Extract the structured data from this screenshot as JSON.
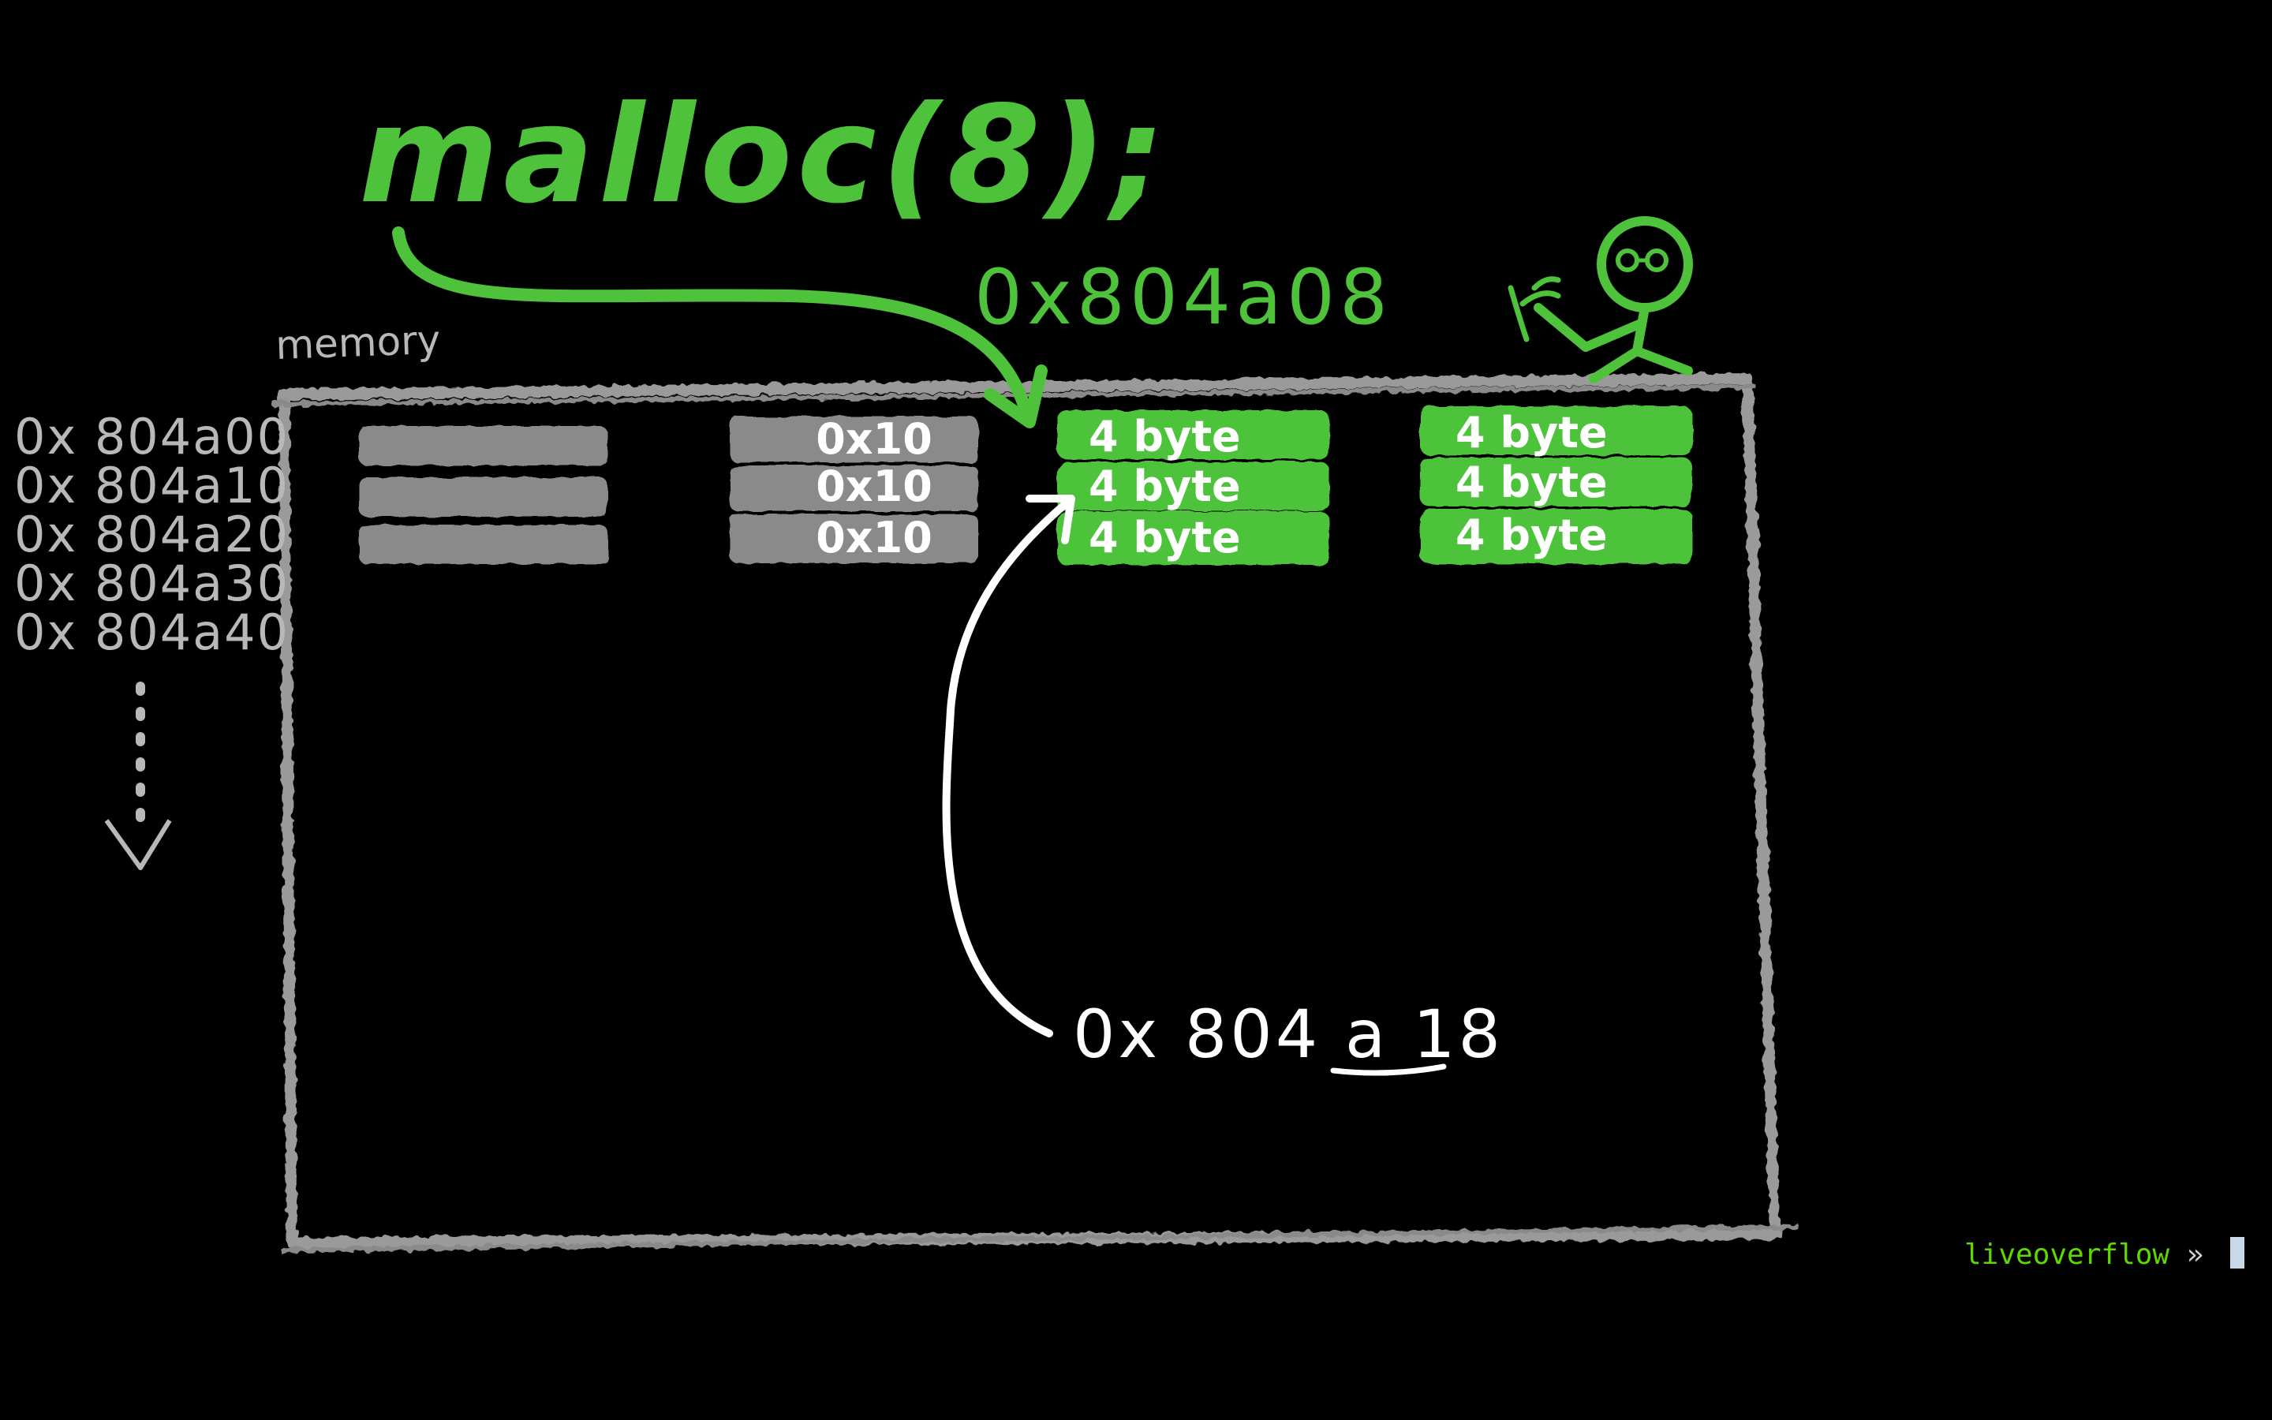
{
  "diagram": {
    "call_label": "malloc(8);",
    "returned_address": "0x804a08",
    "memory_label": "memory",
    "pointed_address": "0x 804 a 18",
    "row_addresses": [
      "0x 804a00",
      "0x 804a10",
      "0x 804a20",
      "0x 804a30",
      "0x 804a40"
    ],
    "header_chunk": [
      "0x10",
      "0x10",
      "0x10"
    ],
    "chunk_a": [
      "4 byte",
      "4 byte",
      "4 byte"
    ],
    "chunk_b": [
      "4 byte",
      "4 byte",
      "4 byte"
    ]
  },
  "colors": {
    "green": "#4ec23a",
    "gray_block": "#8a8a8a",
    "box_outline": "#9a9a9a",
    "white": "#ffffff",
    "address_gray": "#b8b8b8"
  },
  "icons": [
    "stick-figure-icon",
    "down-arrow-icon",
    "curved-arrow-icon"
  ],
  "terminal": {
    "user": "liveoverflow",
    "separator": "»"
  }
}
